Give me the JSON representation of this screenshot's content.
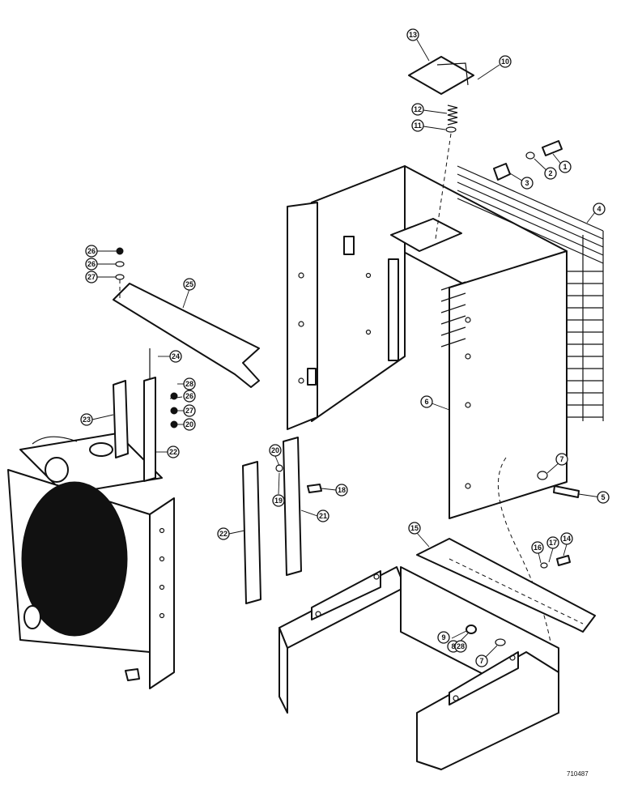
{
  "diagram": {
    "callouts": [
      "1",
      "2",
      "3",
      "4",
      "5",
      "6",
      "7",
      "7",
      "8",
      "9",
      "10",
      "11",
      "12",
      "13",
      "14",
      "15",
      "16",
      "17",
      "18",
      "19",
      "20",
      "20",
      "21",
      "22",
      "22",
      "23",
      "24",
      "25",
      "26",
      "26",
      "26",
      "27",
      "27",
      "28",
      "28"
    ],
    "drawing_number": "710487"
  }
}
